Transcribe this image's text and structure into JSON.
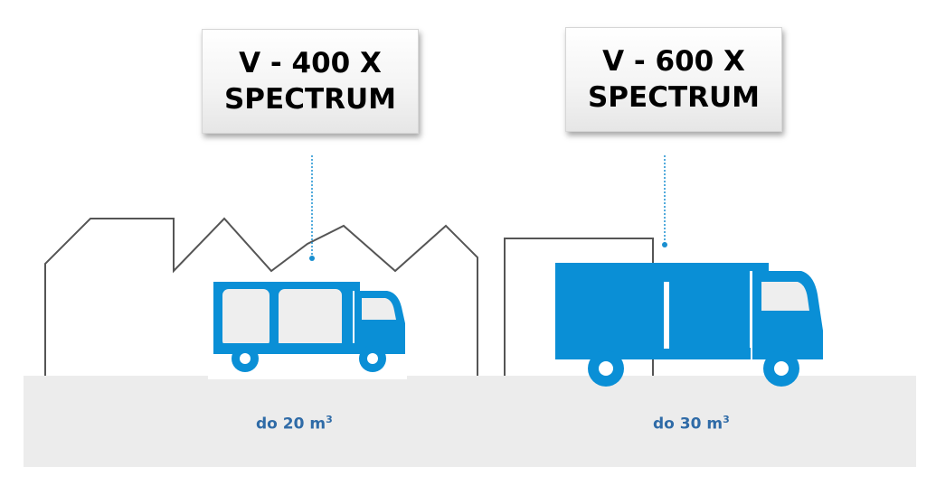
{
  "products": [
    {
      "line1": "V - 400 X",
      "line2": "SPECTRUM",
      "capacity_prefix": "do 20 m",
      "capacity_exponent": "3"
    },
    {
      "line1": "V - 600 X",
      "line2": "SPECTRUM",
      "capacity_prefix": "do 30 m",
      "capacity_exponent": "3"
    }
  ],
  "colors": {
    "truck_blue": "#0a8fd6",
    "window_fill": "#eeeeee",
    "building_outline": "#555555",
    "ground": "#ececec",
    "capacity_text": "#2f6ba7",
    "connector": "#1a8fd0"
  }
}
